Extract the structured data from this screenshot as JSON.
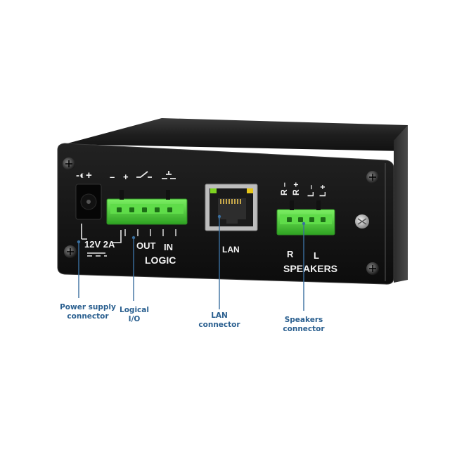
{
  "panel": {
    "power": {
      "label_symbol": "-◐+",
      "rating": "12V 2A"
    },
    "logic": {
      "minus": "–",
      "plus": "+",
      "out": "OUT",
      "in": "IN",
      "title": "LOGIC"
    },
    "lan": {
      "label": "LAN",
      "led_left_color": "#7ed321",
      "led_right_color": "#e6c619"
    },
    "speakers": {
      "r_minus": "R –",
      "r_plus": "R +",
      "l_minus": "L –",
      "l_plus": "L +",
      "r": "R",
      "l": "L",
      "title": "SPEAKERS"
    },
    "connector_color": "#4cd13a"
  },
  "callouts": [
    {
      "id": "power",
      "lines": [
        "Power supply",
        "connector"
      ]
    },
    {
      "id": "logic",
      "lines": [
        "Logical",
        "I/O"
      ]
    },
    {
      "id": "lan",
      "lines": [
        "LAN",
        "connector"
      ]
    },
    {
      "id": "speakers",
      "lines": [
        "Speakers",
        "connector"
      ]
    }
  ]
}
